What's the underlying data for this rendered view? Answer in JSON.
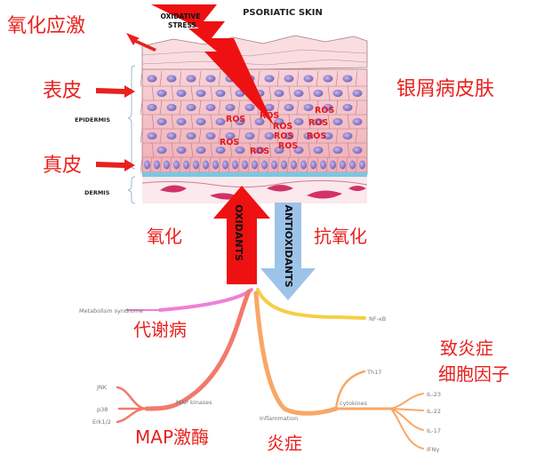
{
  "diagram": {
    "header": "PSORIATIC SKIN",
    "stress_badge": [
      "OXIDATIVE",
      "STRESS"
    ],
    "layer_labels": {
      "epidermis": "EPIDERMIS",
      "dermis": "DERMIS"
    },
    "ros_label": "ROS",
    "arrows": {
      "oxidants": "OXIDANTS",
      "antioxidants": "ANTIOXIDANTS"
    },
    "pathways": {
      "metabolism": "Metabolism syndrome",
      "nfkb": "NF-κB",
      "jnk": "JNK",
      "p38": "p38",
      "erk": "Erk1/2",
      "map_kinases": "MAP kinases",
      "inflammation": "Inflammation",
      "th17": "Th17",
      "cytokines": "cytokines",
      "il23": "IL-23",
      "il22": "IL-22",
      "il17": "IL-17",
      "ifny": "IFNγ"
    }
  },
  "annotations": {
    "oxidative_stress": "氧化应激",
    "epidermis": "表皮",
    "dermis": "真皮",
    "psoriasis": "银屑病皮肤",
    "oxidation": "氧化",
    "antioxidation": "抗氧化",
    "metabolic_disease": "代谢病",
    "map_kinase": "MAP激酶",
    "inflammation": "炎症",
    "cytokine_line1": "致炎症",
    "cytokine_line2": "细胞因子"
  },
  "colors": {
    "annotation_red": "#e8211e",
    "skin_pink": "#f5c2c7",
    "nucleus_purple": "#8f80c8",
    "oxidant_red": "#ee1111",
    "antioxidant_blue": "#9cc3e8",
    "metabolism_pink": "#f07fd4",
    "nfkb_yellow": "#f4cf45",
    "mapk_red": "#f27a6a",
    "inflammation_orange": "#f8a766"
  }
}
